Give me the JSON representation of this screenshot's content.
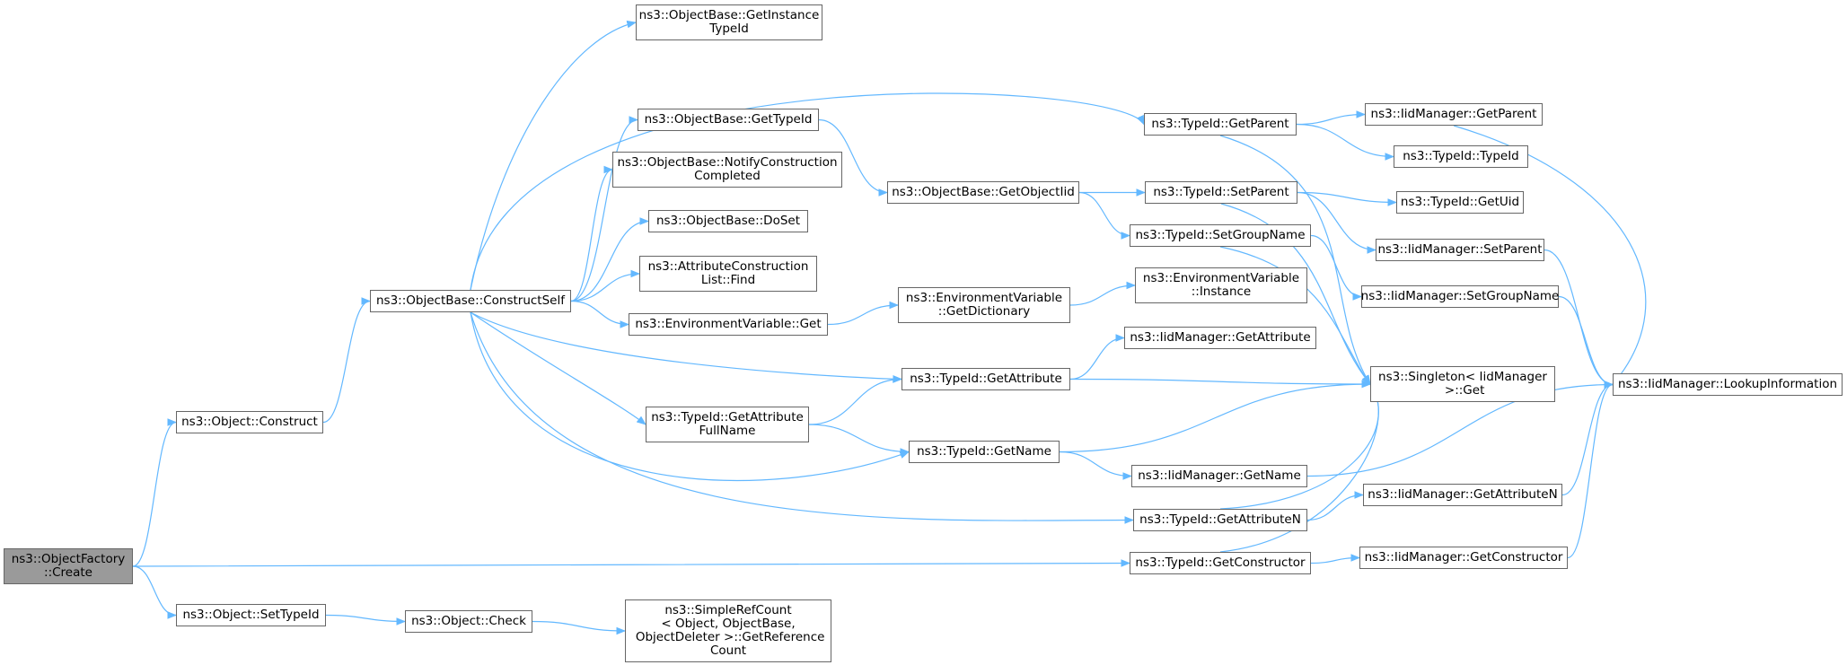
{
  "colors": {
    "edge": "#63b8ff",
    "node_border": "#666666",
    "root_fill": "#9a9a9a",
    "node_fill": "#ffffff"
  },
  "nodes": [
    {
      "id": "factory_create",
      "label": "ns3::ObjectFactory\n::Create",
      "root": true
    },
    {
      "id": "object_construct",
      "label": "ns3::Object::Construct"
    },
    {
      "id": "object_settypeid",
      "label": "ns3::Object::SetTypeId"
    },
    {
      "id": "objectbase_constructself",
      "label": "ns3::ObjectBase::ConstructSelf"
    },
    {
      "id": "object_check",
      "label": "ns3::Object::Check"
    },
    {
      "id": "objectbase_getinstancetypeid",
      "label": "ns3::ObjectBase::GetInstance\nTypeId"
    },
    {
      "id": "objectbase_gettypeid",
      "label": "ns3::ObjectBase::GetTypeId"
    },
    {
      "id": "objectbase_notifyconstruction",
      "label": "ns3::ObjectBase::NotifyConstruction\nCompleted"
    },
    {
      "id": "objectbase_doset",
      "label": "ns3::ObjectBase::DoSet"
    },
    {
      "id": "attrconstructionlist_find",
      "label": "ns3::AttributeConstruction\nList::Find"
    },
    {
      "id": "envvar_get",
      "label": "ns3::EnvironmentVariable::Get"
    },
    {
      "id": "typeid_getattributefullname",
      "label": "ns3::TypeId::GetAttribute\nFullName"
    },
    {
      "id": "simplerefcount_getreferencecount",
      "label": "ns3::SimpleRefCount\n< Object, ObjectBase,\n ObjectDeleter >::GetReference\nCount"
    },
    {
      "id": "objectbase_getobjectiid",
      "label": "ns3::ObjectBase::GetObjectIid"
    },
    {
      "id": "envvar_getdictionary",
      "label": "ns3::EnvironmentVariable\n::GetDictionary"
    },
    {
      "id": "typeid_getattribute",
      "label": "ns3::TypeId::GetAttribute"
    },
    {
      "id": "typeid_getname",
      "label": "ns3::TypeId::GetName"
    },
    {
      "id": "typeid_getparent",
      "label": "ns3::TypeId::GetParent"
    },
    {
      "id": "typeid_setparent",
      "label": "ns3::TypeId::SetParent"
    },
    {
      "id": "typeid_setgroupname",
      "label": "ns3::TypeId::SetGroupName"
    },
    {
      "id": "envvar_instance",
      "label": "ns3::EnvironmentVariable\n::Instance"
    },
    {
      "id": "iidmanager_getattribute",
      "label": "ns3::IidManager::GetAttribute"
    },
    {
      "id": "iidmanager_getname",
      "label": "ns3::IidManager::GetName"
    },
    {
      "id": "typeid_getattributen",
      "label": "ns3::TypeId::GetAttributeN"
    },
    {
      "id": "typeid_getconstructor",
      "label": "ns3::TypeId::GetConstructor"
    },
    {
      "id": "iidmanager_getparent",
      "label": "ns3::IidManager::GetParent"
    },
    {
      "id": "typeid_typeid",
      "label": "ns3::TypeId::TypeId"
    },
    {
      "id": "typeid_getuid",
      "label": "ns3::TypeId::GetUid"
    },
    {
      "id": "iidmanager_setparent",
      "label": "ns3::IidManager::SetParent"
    },
    {
      "id": "iidmanager_setgroupname",
      "label": "ns3::IidManager::SetGroupName"
    },
    {
      "id": "singleton_get",
      "label": "ns3::Singleton< IidManager\n >::Get"
    },
    {
      "id": "iidmanager_getattributen",
      "label": "ns3::IidManager::GetAttributeN"
    },
    {
      "id": "iidmanager_getconstructor",
      "label": "ns3::IidManager::GetConstructor"
    },
    {
      "id": "iidmanager_lookupinformation",
      "label": "ns3::IidManager::LookupInformation"
    }
  ],
  "edges": [
    [
      "factory_create",
      "object_construct"
    ],
    [
      "factory_create",
      "object_settypeid"
    ],
    [
      "factory_create",
      "typeid_getconstructor"
    ],
    [
      "object_construct",
      "objectbase_constructself"
    ],
    [
      "object_settypeid",
      "object_check"
    ],
    [
      "object_check",
      "simplerefcount_getreferencecount"
    ],
    [
      "objectbase_constructself",
      "objectbase_getinstancetypeid"
    ],
    [
      "objectbase_constructself",
      "objectbase_gettypeid"
    ],
    [
      "objectbase_constructself",
      "objectbase_notifyconstruction"
    ],
    [
      "objectbase_constructself",
      "objectbase_doset"
    ],
    [
      "objectbase_constructself",
      "attrconstructionlist_find"
    ],
    [
      "objectbase_constructself",
      "envvar_get"
    ],
    [
      "objectbase_constructself",
      "typeid_getattributefullname"
    ],
    [
      "objectbase_constructself",
      "typeid_getparent"
    ],
    [
      "objectbase_constructself",
      "typeid_getattribute"
    ],
    [
      "objectbase_constructself",
      "typeid_getname"
    ],
    [
      "objectbase_constructself",
      "typeid_getattributen"
    ],
    [
      "objectbase_gettypeid",
      "objectbase_getobjectiid"
    ],
    [
      "objectbase_getobjectiid",
      "typeid_setparent"
    ],
    [
      "objectbase_getobjectiid",
      "typeid_setgroupname"
    ],
    [
      "envvar_get",
      "envvar_getdictionary"
    ],
    [
      "envvar_getdictionary",
      "envvar_instance"
    ],
    [
      "typeid_getattributefullname",
      "typeid_getattribute"
    ],
    [
      "typeid_getattributefullname",
      "typeid_getname"
    ],
    [
      "typeid_getattribute",
      "iidmanager_getattribute"
    ],
    [
      "typeid_getattribute",
      "singleton_get"
    ],
    [
      "typeid_getname",
      "iidmanager_getname"
    ],
    [
      "typeid_getname",
      "singleton_get"
    ],
    [
      "typeid_getparent",
      "iidmanager_getparent"
    ],
    [
      "typeid_getparent",
      "typeid_typeid"
    ],
    [
      "typeid_getparent",
      "singleton_get"
    ],
    [
      "typeid_setparent",
      "typeid_getuid"
    ],
    [
      "typeid_setparent",
      "iidmanager_setparent"
    ],
    [
      "typeid_setparent",
      "singleton_get"
    ],
    [
      "typeid_setgroupname",
      "iidmanager_setgroupname"
    ],
    [
      "typeid_setgroupname",
      "singleton_get"
    ],
    [
      "typeid_getattributen",
      "iidmanager_getattributen"
    ],
    [
      "typeid_getattributen",
      "singleton_get"
    ],
    [
      "typeid_getconstructor",
      "iidmanager_getconstructor"
    ],
    [
      "typeid_getconstructor",
      "singleton_get"
    ],
    [
      "iidmanager_getparent",
      "iidmanager_lookupinformation"
    ],
    [
      "iidmanager_setparent",
      "iidmanager_lookupinformation"
    ],
    [
      "iidmanager_setgroupname",
      "iidmanager_lookupinformation"
    ],
    [
      "iidmanager_getname",
      "iidmanager_lookupinformation"
    ],
    [
      "iidmanager_getattributen",
      "iidmanager_lookupinformation"
    ],
    [
      "iidmanager_getconstructor",
      "iidmanager_lookupinformation"
    ]
  ]
}
